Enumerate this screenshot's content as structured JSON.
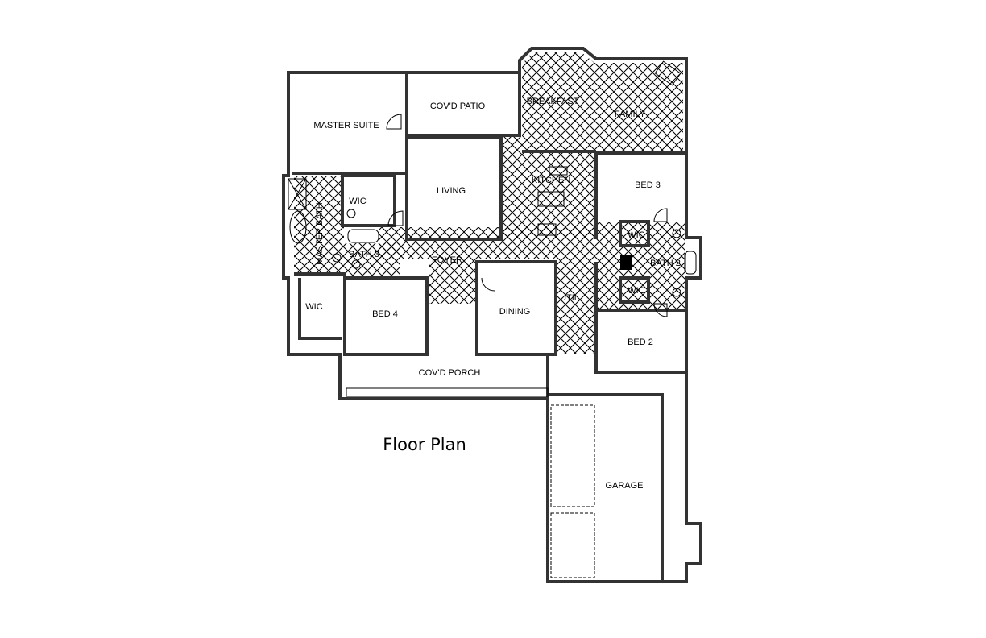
{
  "title": "Floor Plan",
  "rooms": {
    "master_suite": "MASTER SUITE",
    "covd_patio": "COV'D PATIO",
    "breakfast": "BREAKFAST",
    "family": "FAMILY",
    "living": "LIVING",
    "kitchen": "KITCHEN",
    "bed3": "BED 3",
    "wic_master": "WIC",
    "master_bath": "MASTER BATH",
    "bath3": "BATH 3",
    "foyer": "FOYER",
    "wic_bed3": "WIC",
    "bath2": "BATH 2",
    "wic_bed2": "WIC",
    "util": "UTIL",
    "dining": "DINING",
    "bed4": "BED 4",
    "bed2": "BED 2",
    "wic_master2": "WIC",
    "covd_porch": "COV'D PORCH",
    "garage": "GARAGE"
  }
}
